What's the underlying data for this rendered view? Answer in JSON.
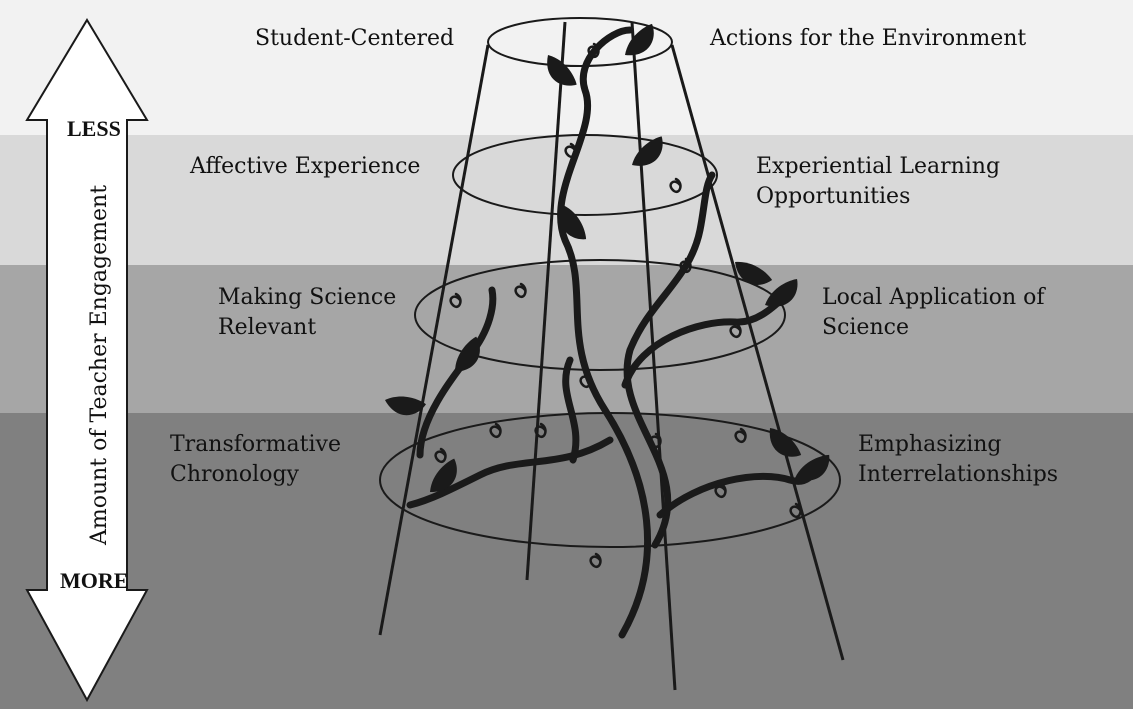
{
  "axis": {
    "top_label": "LESS",
    "bottom_label": "MORE",
    "title": "Amount of Teacher Engagement"
  },
  "tiers": [
    {
      "left": "Student-Centered",
      "right": "Actions for the Environment"
    },
    {
      "left": "Affective Experience",
      "right": "Experiential Learning\nOpportunities"
    },
    {
      "left": "Making Science\nRelevant",
      "right": "Local Application of\nScience"
    },
    {
      "left": "Transformative\nChronology",
      "right": "Emphasizing\nInterrelationships"
    }
  ],
  "colors": {
    "band_top": "#f2f2f2",
    "band_2": "#d9d9d9",
    "band_3": "#a6a6a6",
    "band_bottom": "#808080",
    "vine": "#1a1a1a"
  }
}
